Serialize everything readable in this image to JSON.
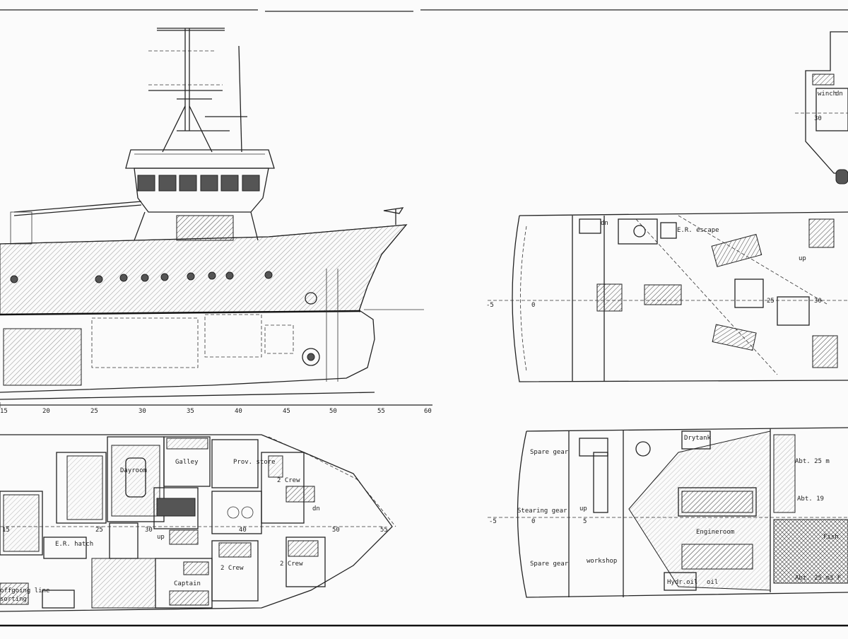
{
  "profile": {
    "scale_ticks": [
      "15",
      "20",
      "25",
      "30",
      "35",
      "40",
      "45",
      "50",
      "55",
      "60"
    ]
  },
  "main_deck": {
    "rooms": {
      "day_room": "Dayroom",
      "galley": "Galley",
      "prov_store": "Prov. store",
      "crew_1": "2 Crew",
      "crew_2": "2 Crew",
      "crew_3": "2 Crew",
      "captain": "Captain",
      "er_hatch": "E.R. hatch",
      "up": "up",
      "dn": "dn",
      "sorting": "sorting",
      "offgoing": "offgoing line"
    },
    "frame_labels": [
      "15",
      "25",
      "30",
      "40",
      "50",
      "55"
    ]
  },
  "upper_deck": {
    "er_escape": "E.R. escape",
    "up": "up",
    "dn": "dn",
    "frame_labels": [
      "-5",
      "0",
      "25",
      "30"
    ]
  },
  "lower_deck": {
    "spare_gear_1": "Spare gear",
    "steering_gear": "Stearing gear",
    "spare_gear_2": "Spare gear",
    "workshop": "workshop",
    "engineroom": "Engineroom",
    "drytank": "Drytank",
    "hydr_oil": "Hydr.oil",
    "oil": "oil",
    "fish": "Fish",
    "abt_1": "Abt. 25 m",
    "abt_2": "Abt. 19",
    "abt_3": "Abt. 25 m3 F",
    "up": "up",
    "frame_labels": [
      "-5",
      "0",
      "5"
    ]
  },
  "wheelhouse_detail": {
    "dn": "dn",
    "winch": "winch",
    "frame": "30"
  }
}
